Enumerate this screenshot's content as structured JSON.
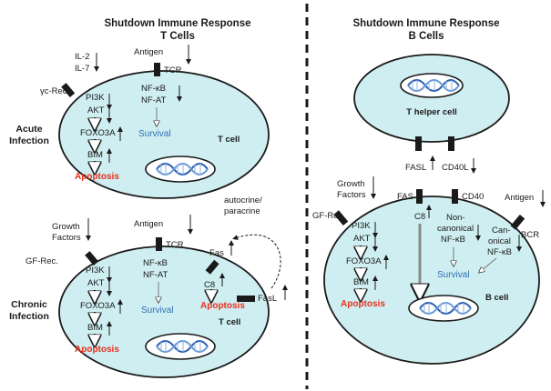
{
  "left": {
    "title_line1": "Shutdown Immune Response",
    "title_line2": "T Cells",
    "acute": {
      "section": [
        "Acute",
        "Infection"
      ],
      "il2": "IL-2",
      "il7": "IL-7",
      "antigen": "Antigen",
      "tcr": "TCR",
      "receptor": "γc-Rec.",
      "pi3k": "PI3K",
      "akt": "AKT",
      "foxo3a": "FOXO3A",
      "bim": "BIM",
      "apoptosis": "Apoptosis",
      "nfkb": "NF-κB",
      "nfat": "NF-AT",
      "survival": "Survival",
      "cell": "T cell"
    },
    "chronic": {
      "section": [
        "Chronic",
        "Infection"
      ],
      "growth": [
        "Growth",
        "Factors"
      ],
      "antigen": "Antigen",
      "tcr": "TCR",
      "receptor": "GF-Rec.",
      "pi3k": "PI3K",
      "akt": "AKT",
      "foxo3a": "FOXO3A",
      "bim": "BIM",
      "apoptosis": "Apoptosis",
      "nfkb": "NF-κB",
      "nfat": "NF-AT",
      "survival": "Survival",
      "c8": "C8",
      "apoptosis2": "Apoptosis",
      "fas": "Fas",
      "fasl": "FasL",
      "autocrine": [
        "autocrine/",
        "paracrine"
      ],
      "cell": "T cell"
    }
  },
  "right": {
    "title_line1": "Shutdown Immune Response",
    "title_line2": "B Cells",
    "helper": "T helper cell",
    "fasl": "FASL",
    "cd40l": "CD40L",
    "fas": "FAS",
    "cd40": "CD40",
    "growth": [
      "Growth",
      "Factors"
    ],
    "receptor": "GF-Rec.",
    "antigen": "Antigen",
    "bcr": "BCR",
    "c8": "C8",
    "pi3k": "PI3K",
    "akt": "AKT",
    "foxo3a": "FOXO3A",
    "bim": "BIM",
    "apoptosis": "Apoptosis",
    "noncanonical": [
      "Non-",
      "canonical",
      "NF-κB"
    ],
    "canonical": [
      "Can-",
      "onical",
      "NF-κB"
    ],
    "survival": "Survival",
    "cell": "B cell"
  },
  "colors": {
    "cell_fill": "#cfeef2",
    "apoptosis": "#e8311d",
    "survival": "#2f6fb3",
    "outline": "#1a1a1a"
  },
  "icons": [
    "down-arrow-icon",
    "up-arrow-icon",
    "hollow-down-arrow-icon",
    "receptor-icon",
    "dna-icon"
  ]
}
